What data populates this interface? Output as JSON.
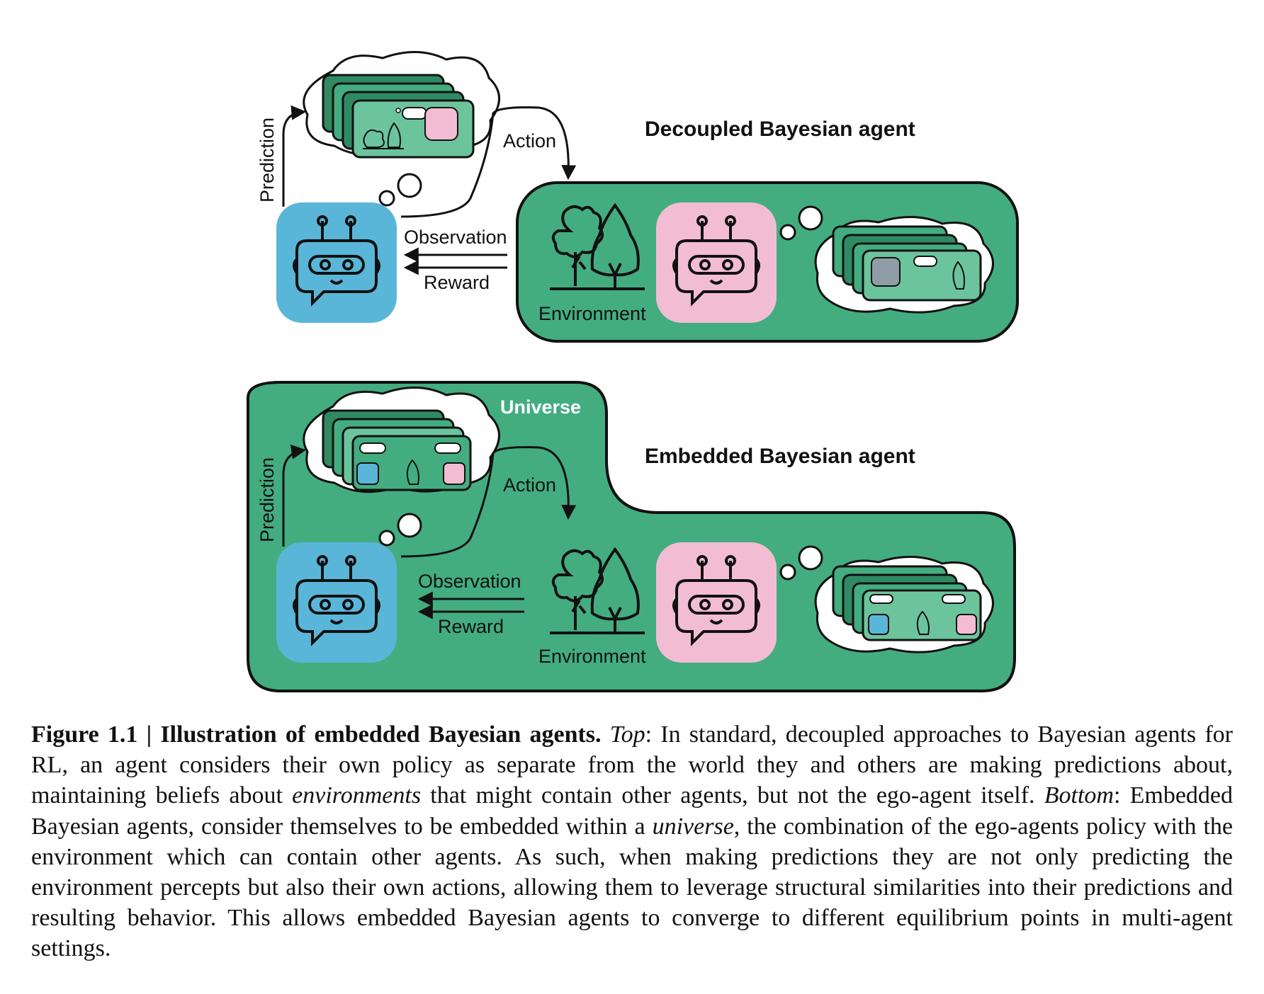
{
  "top_panel": {
    "title": "Decoupled Bayesian agent",
    "prediction_label": "Prediction",
    "action_label": "Action",
    "observation_label": "Observation",
    "reward_label": "Reward",
    "environment_label": "Environment"
  },
  "bottom_panel": {
    "title": "Embedded Bayesian agent",
    "universe_label": "Universe",
    "prediction_label": "Prediction",
    "action_label": "Action",
    "observation_label": "Observation",
    "reward_label": "Reward",
    "environment_label": "Environment"
  },
  "caption": {
    "figure_label": "Figure 1.1 | Illustration of embedded Bayesian agents.",
    "top_term": "Top",
    "text_1": ": In standard, decoupled approaches to Bayesian agents for RL, an agent considers their own policy as separate from the world they and others are making predictions about, maintaining beliefs about ",
    "environments_term": "environments",
    "text_2": " that might contain other agents, but not the ego-agent itself. ",
    "bottom_term": "Bottom",
    "text_3": ": Embedded Bayesian agents, consider themselves to be embedded within a ",
    "universe_term": "universe",
    "text_4": ", the combination of the ego-agents policy with the environment which can contain other agents. As such, when making predictions they are not only predicting the environment percepts but also their own actions, allowing them to leverage structural similarities into their predictions and resulting behavior. This allows embedded Bayesian agents to converge to different equilibrium points in multi-agent settings."
  },
  "colors": {
    "green": "#43ad80",
    "green_light": "#6cc49d",
    "green_dark": "#2f8a63",
    "ego_agent_blue": "#5ab6d8",
    "other_agent_pink": "#f2bdd2",
    "outline": "#111111"
  },
  "icons": [
    "robot-icon",
    "tree-icon",
    "thought-bubble-icon",
    "arrow-icon"
  ]
}
